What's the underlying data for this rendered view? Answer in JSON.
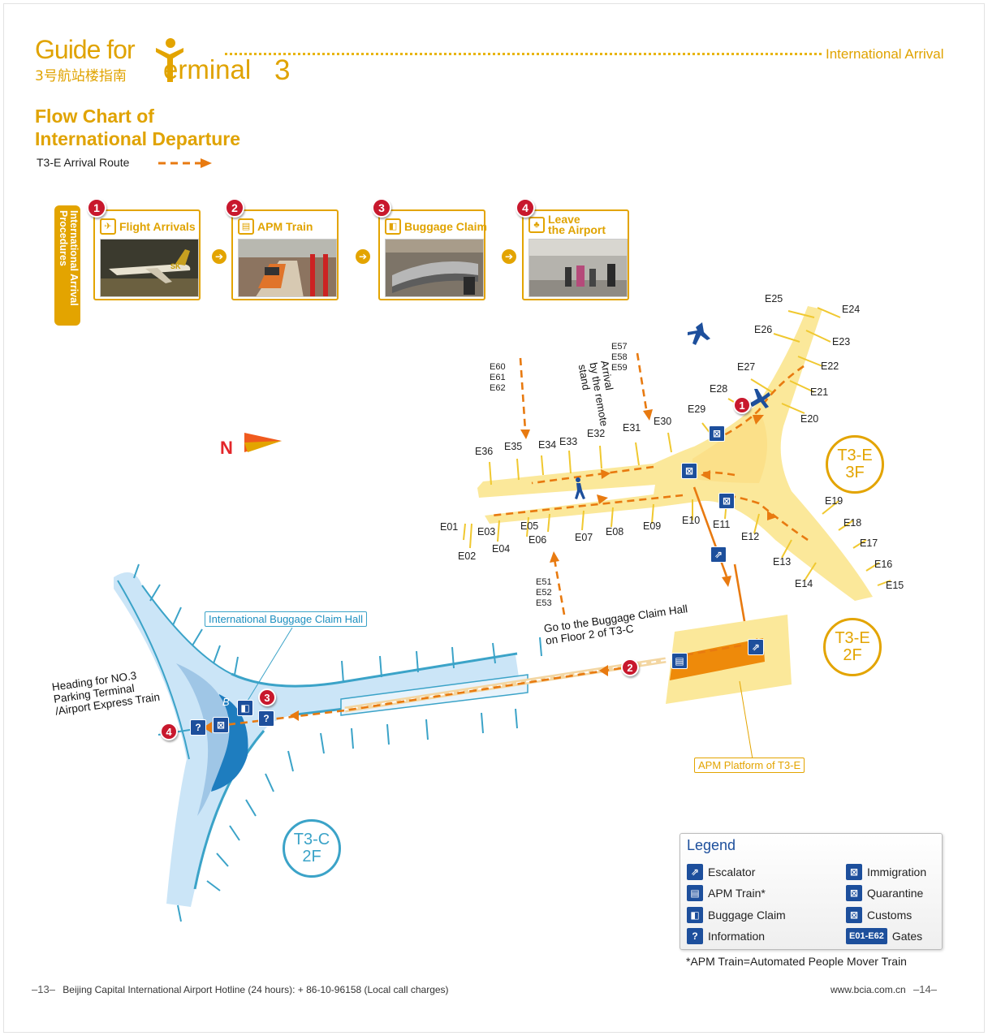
{
  "header": {
    "guide_for": "Guide for",
    "terminal": "erminal",
    "terminal_num": "3",
    "chinese_title": "3号航站楼指南",
    "section": "International Arrival"
  },
  "flow": {
    "title_line1": "Flow Chart of",
    "title_line2": "International Departure",
    "route_label": "T3-E Arrival Route",
    "procedures_tab": "International Arrival Procedures",
    "steps": [
      {
        "number": "1",
        "label": "Flight Arrivals",
        "icon": "airplane-icon"
      },
      {
        "number": "2",
        "label": "APM Train",
        "icon": "apm-train-icon"
      },
      {
        "number": "3",
        "label": "Buggage Claim",
        "icon": "baggage-claim-icon"
      },
      {
        "number": "4",
        "label_line1": "Leave",
        "label_line2": "the Airport",
        "icon": "leave-airport-icon"
      }
    ]
  },
  "map": {
    "north": "N",
    "remote_stand": "Arrival by the remote stand",
    "remote_line1": "Arrival",
    "remote_line2": "by the remote",
    "remote_line3": "stand",
    "gates_upper_group": [
      "E60",
      "E61",
      "E62"
    ],
    "gates_mid_group": [
      "E57",
      "E58",
      "E59"
    ],
    "gates_lower_group": [
      "E51",
      "E52",
      "E53"
    ],
    "gates": [
      "E25",
      "E24",
      "E26",
      "E23",
      "E27",
      "E22",
      "E28",
      "E21",
      "E29",
      "E20",
      "E30",
      "E31",
      "E32",
      "E33",
      "E34",
      "E35",
      "E36",
      "E01",
      "E02",
      "E03",
      "E04",
      "E05",
      "E06",
      "E07",
      "E08",
      "E09",
      "E10",
      "E11",
      "E12",
      "E13",
      "E14",
      "E15",
      "E16",
      "E17",
      "E18",
      "E19"
    ],
    "t3e_3f": {
      "line1": "T3-E",
      "line2": "3F"
    },
    "t3e_2f": {
      "line1": "T3-E",
      "line2": "2F"
    },
    "t3c_2f": {
      "line1": "T3-C",
      "line2": "2F"
    },
    "baggage_hall_callout": "International Buggage Claim Hall",
    "apm_platform_callout": "APM Platform of T3-E",
    "go_to_line1": "Go to the Buggage Claim Hall",
    "go_to_line2": "on Floor 2 of T3-C",
    "heading_line1": "Heading for NO.3",
    "heading_line2": "Parking Terminal",
    "heading_line3": "/Airport Express Train",
    "hall_letter": "B",
    "route_markers": [
      "1",
      "2",
      "3",
      "4"
    ]
  },
  "legend": {
    "title": "Legend",
    "items": [
      {
        "label": "Escalator",
        "icon": "escalator-icon"
      },
      {
        "label": "Immigration",
        "icon": "immigration-icon"
      },
      {
        "label": "APM Train*",
        "icon": "apm-train-icon"
      },
      {
        "label": "Quarantine",
        "icon": "quarantine-icon"
      },
      {
        "label": "Buggage Claim",
        "icon": "baggage-claim-icon"
      },
      {
        "label": "Customs",
        "icon": "customs-icon"
      },
      {
        "label": "Information",
        "icon": "information-icon"
      },
      {
        "label": "Gates",
        "icon": "gates-badge",
        "badge": "E01-E62"
      }
    ],
    "footnote": "*APM Train=Automated People Mover Train"
  },
  "footer": {
    "page_left": "13",
    "hotline": "Beijing Capital International Airport Hotline (24 hours): + 86-10-96158 (Local call charges)",
    "website": "www.bcia.com.cn",
    "page_right": "14"
  },
  "colors": {
    "brand_gold": "#e3a400",
    "route_orange": "#e87a10",
    "t3e_yellow": "#fbe89a",
    "t3c_blue": "#c8e3f5",
    "t3c_accent": "#3ba3c8",
    "icon_navy": "#1d4f9c",
    "marker_red": "#c8182d"
  }
}
